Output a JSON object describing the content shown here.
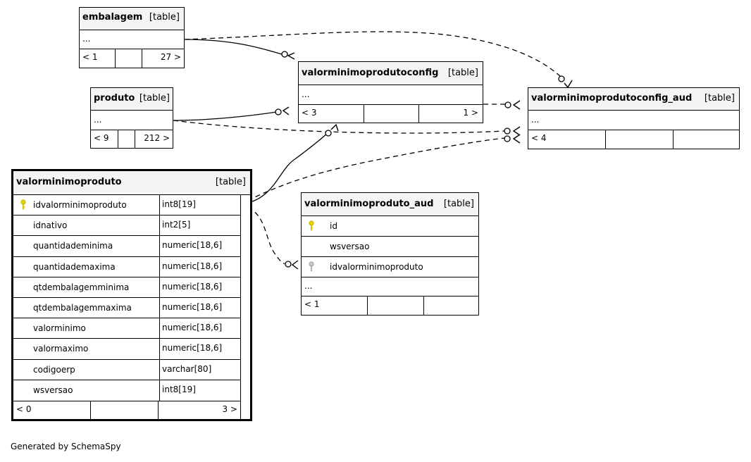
{
  "tables": {
    "embalagem": {
      "name": "embalagem",
      "tag": "[table]",
      "ellipsis": "...",
      "footer": [
        "< 1",
        "",
        "27 >"
      ]
    },
    "produto": {
      "name": "produto",
      "tag": "[table]",
      "ellipsis": "...",
      "footer": [
        "< 9",
        "",
        "212 >"
      ]
    },
    "config": {
      "name": "valorminimoprodutoconfig",
      "tag": "[table]",
      "ellipsis": "...",
      "footer": [
        "< 3",
        "",
        "1 >"
      ]
    },
    "config_aud": {
      "name": "valorminimoprodutoconfig_aud",
      "tag": "[table]",
      "ellipsis": "...",
      "footer": [
        "< 4",
        "",
        ""
      ]
    },
    "produto_aud": {
      "name": "valorminimoproduto_aud",
      "tag": "[table]",
      "columns": [
        {
          "name": "id",
          "key": "primary"
        },
        {
          "name": "wsversao",
          "key": "none"
        },
        {
          "name": "idvalorminimoproduto",
          "key": "foreign"
        }
      ],
      "ellipsis": "...",
      "footer": [
        "< 1",
        "",
        ""
      ]
    },
    "main": {
      "name": "valorminimoproduto",
      "tag": "[table]",
      "columns": [
        {
          "name": "idvalorminimoproduto",
          "type": "int8[19]",
          "key": "primary"
        },
        {
          "name": "idnativo",
          "type": "int2[5]",
          "key": "none"
        },
        {
          "name": "quantidademinima",
          "type": "numeric[18,6]",
          "key": "none"
        },
        {
          "name": "quantidademaxima",
          "type": "numeric[18,6]",
          "key": "none"
        },
        {
          "name": "qtdembalagemminima",
          "type": "numeric[18,6]",
          "key": "none"
        },
        {
          "name": "qtdembalagemmaxima",
          "type": "numeric[18,6]",
          "key": "none"
        },
        {
          "name": "valorminimo",
          "type": "numeric[18,6]",
          "key": "none"
        },
        {
          "name": "valormaximo",
          "type": "numeric[18,6]",
          "key": "none"
        },
        {
          "name": "codigoerp",
          "type": "varchar[80]",
          "key": "none"
        },
        {
          "name": "wsversao",
          "type": "int8[19]",
          "key": "none"
        }
      ],
      "footer": [
        "< 0",
        "",
        "3 >"
      ]
    }
  },
  "relationships": [
    {
      "from": "embalagem",
      "to": "valorminimoprodutoconfig",
      "style": "solid"
    },
    {
      "from": "embalagem",
      "to": "valorminimoprodutoconfig_aud",
      "style": "dashed"
    },
    {
      "from": "produto",
      "to": "valorminimoprodutoconfig",
      "style": "solid"
    },
    {
      "from": "produto",
      "to": "valorminimoprodutoconfig_aud",
      "style": "dashed"
    },
    {
      "from": "valorminimoprodutoconfig",
      "to": "valorminimoprodutoconfig_aud",
      "style": "dashed"
    },
    {
      "from": "valorminimoproduto",
      "to": "valorminimoprodutoconfig",
      "style": "solid"
    },
    {
      "from": "valorminimoproduto",
      "to": "valorminimoprodutoconfig_aud",
      "style": "dashed"
    },
    {
      "from": "valorminimoproduto",
      "to": "valorminimoproduto_aud",
      "style": "dashed"
    }
  ],
  "colors": {
    "primary_key": "#e8d800",
    "foreign_key": "#b8b8b8",
    "header_bg": "#f4f4f4"
  },
  "footer_text": "Generated by SchemaSpy"
}
